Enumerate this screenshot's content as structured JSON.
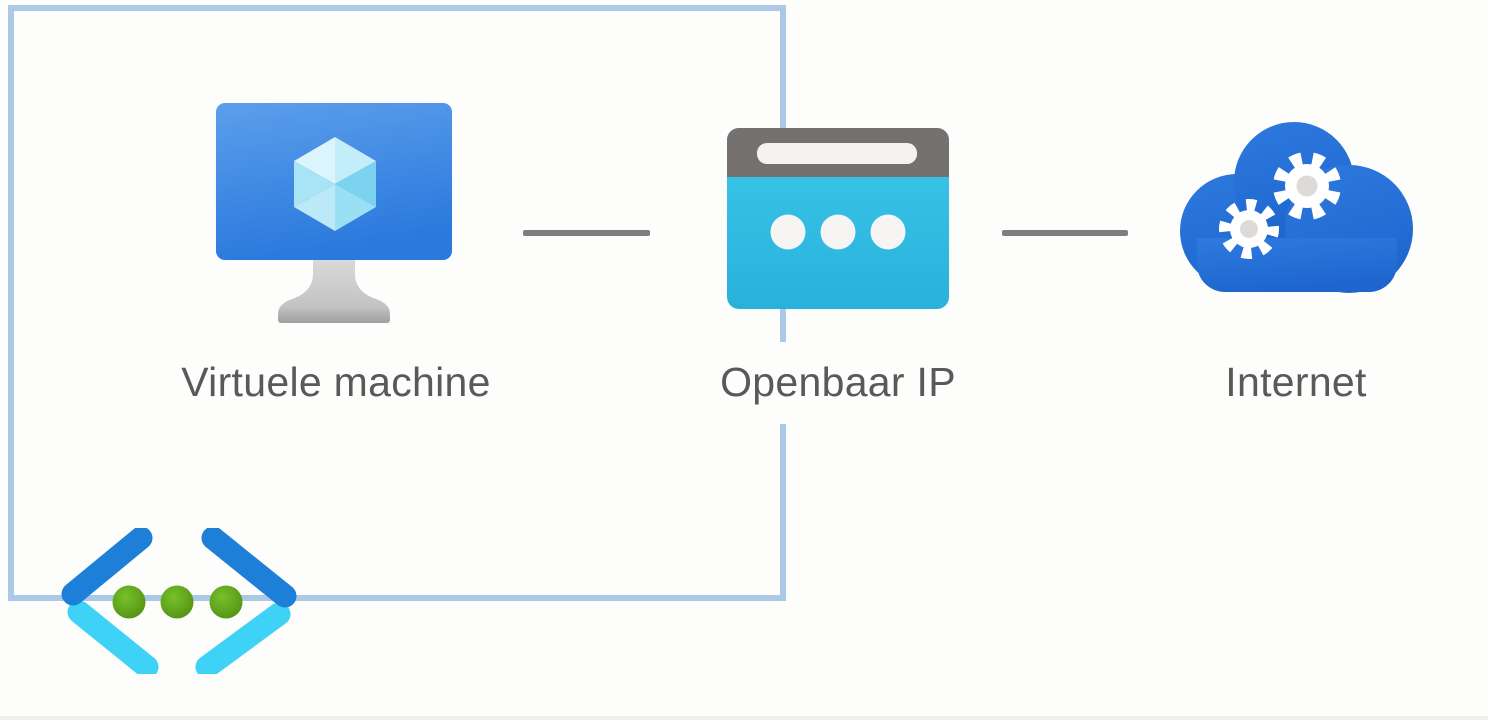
{
  "diagram": {
    "type": "azure-network-architecture",
    "nodes": [
      {
        "id": "virtual-machine",
        "label": "Virtuele machine",
        "icon": "virtual-machine-icon"
      },
      {
        "id": "public-ip",
        "label": "Openbaar IP",
        "icon": "public-ip-icon"
      },
      {
        "id": "internet",
        "label": "Internet",
        "icon": "internet-cloud-icon"
      }
    ],
    "connections": [
      {
        "from": "virtual-machine",
        "to": "public-ip"
      },
      {
        "from": "public-ip",
        "to": "internet"
      }
    ],
    "boundary": {
      "id": "virtual-network-boundary",
      "icon": "virtual-network-icon",
      "contains": [
        "virtual-machine"
      ]
    }
  },
  "colors": {
    "background": "#fdfdfc",
    "label_text": "#595959",
    "connector_gray": "#7e7e7e",
    "boundary_blue": "#abc8e7",
    "vm_screen_blue_top": "#5c9feb",
    "vm_screen_blue_bottom": "#2a79dd",
    "vm_cube_cyan": "#9be0f4",
    "vm_stand_gray": "#c0c0c0",
    "browser_header_gray": "#767171",
    "browser_body_cyan_top": "#3ec7eb",
    "browser_body_cyan_bottom": "#28b2db",
    "browser_dots_white": "#f7f5f4",
    "cloud_blue_top": "#2e7adf",
    "cloud_blue_bottom": "#1e66ce",
    "gear_white": "#ffffff",
    "gear_center_gray": "#dedad8",
    "vnet_dark_blue": "#1d7fd7",
    "vnet_cyan": "#3ed2f6",
    "vnet_dot_green": "#5c9c1c"
  }
}
